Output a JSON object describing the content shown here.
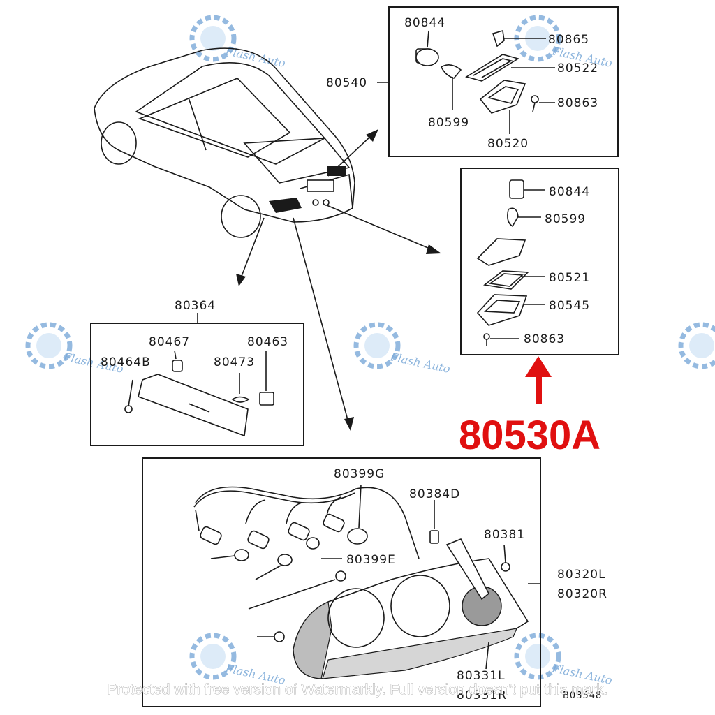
{
  "watermark_brand": "Flash Auto",
  "watermark_notice": "Protected with free version of Watermarkly. Full version doesn't put this mark.",
  "highlight": {
    "part_number": "80530A",
    "color": "#e01010"
  },
  "box_top_right": {
    "assembly": "80540",
    "parts": [
      "80844",
      "80865",
      "80522",
      "80863",
      "80599",
      "80520"
    ]
  },
  "box_mid_right": {
    "parts": [
      "80844",
      "80599",
      "80521",
      "80545",
      "80863"
    ]
  },
  "box_left": {
    "assembly": "80364",
    "parts": [
      "80467",
      "80463",
      "80464B",
      "80473"
    ]
  },
  "box_bottom": {
    "parts": [
      "80399G",
      "80384D",
      "80381",
      "80399E",
      "80320L",
      "80320R",
      "80331L",
      "80331R"
    ],
    "ref_code": "B03548"
  }
}
